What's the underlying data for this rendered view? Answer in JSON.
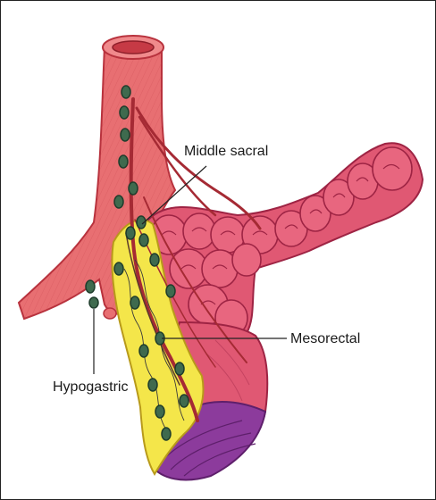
{
  "labels": {
    "middle_sacral": "Middle sacral",
    "mesorectal": "Mesorectal",
    "hypogastric": "Hypogastric"
  },
  "colors": {
    "artery": "#e86f72",
    "artery_dark": "#b8323d",
    "vessel_line": "#a52a34",
    "mesorectum": "#f4e64a",
    "bowel": "#e05873",
    "bowel_dark": "#9e2444",
    "anorectum": "#8c3b9c",
    "lymph_node": "#3f6a4e",
    "lymph_node_dark": "#1f3d2c",
    "leader_line": "#222222"
  }
}
